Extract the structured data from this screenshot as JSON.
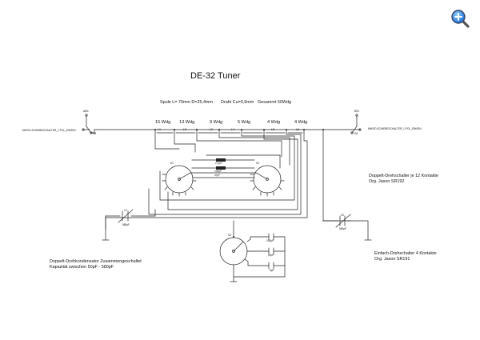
{
  "title": "DE-32 Tuner",
  "specs": {
    "coil": "Spule L= 70mm   D=25,4mm",
    "wire": "Draht Cu=0,9mm",
    "total": "Gesammt 50Wdg"
  },
  "windings": [
    "15 Wdg",
    "13 Wdg",
    "9 Wdg",
    "5 Wdg",
    "4 Wdg",
    "4 Wdg"
  ],
  "coils": [
    "L1",
    "L2",
    "L3",
    "L4",
    "L5",
    "L6"
  ],
  "switches": {
    "left_ref": "AW1",
    "right_ref": "BS1",
    "left_label": "MIKRO-SCHIEBESCHALTER_1-POL_EIN/EIN",
    "right_label": "MIKRO-SCHIEBESCHALTER_1-POL_EIN/EIN",
    "left_sub": "SB",
    "right_sub": "SA"
  },
  "rotary": {
    "s1": "S1",
    "s1b": "S1'",
    "s2": "S2"
  },
  "components": {
    "ind1": "2,7µH",
    "ind2": "100pF",
    "ind3": "47pF",
    "c1": "C1",
    "c1_val": "580pF",
    "c2": "C2",
    "c2_val": "580pF",
    "cap_a": "100pF",
    "cap_b": "22pF",
    "cap_c": "5pF"
  },
  "notes": {
    "doppel_dreh": "Doppelt-Drehschalter je 12 Kontakte",
    "doppel_org": "Org. Jason SR192",
    "einfach_dreh": "Einfach-Drehschalter 4 Kontakte",
    "einfach_org": "Org. Jason SR191",
    "kondensator": "Doppelt-Drehkondensator Zusammengeschaltet",
    "kapazitaet": "Kapazität zwischen 50pF - 580pF"
  },
  "icons": {
    "zoom": "zoom-in-icon"
  },
  "colors": {
    "line": "#222222",
    "accent": "#1e6fd9"
  }
}
